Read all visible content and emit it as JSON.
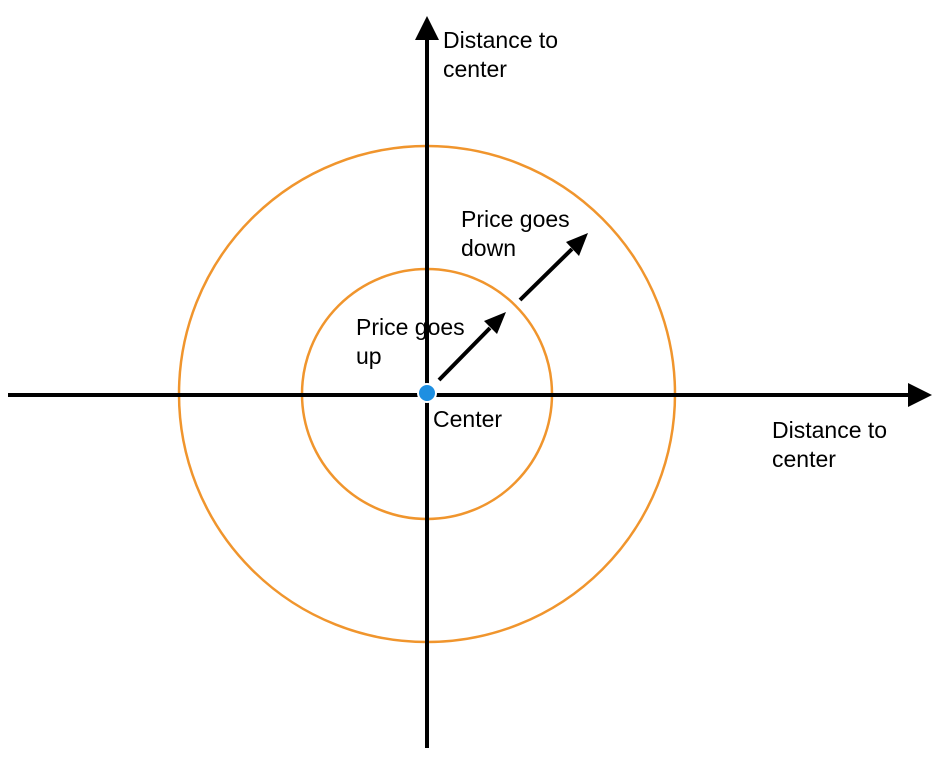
{
  "colors": {
    "axis": "#000000",
    "ring": "#F0952D",
    "center": "#1E8FE1",
    "background": "#FFFFFF"
  },
  "labels": {
    "y_axis": [
      "Distance to",
      "center"
    ],
    "x_axis": [
      "Distance to",
      "center"
    ],
    "center": "Center",
    "inner_ring": [
      "Price goes",
      "up"
    ],
    "outer_ring": [
      "Price goes",
      "down"
    ]
  }
}
